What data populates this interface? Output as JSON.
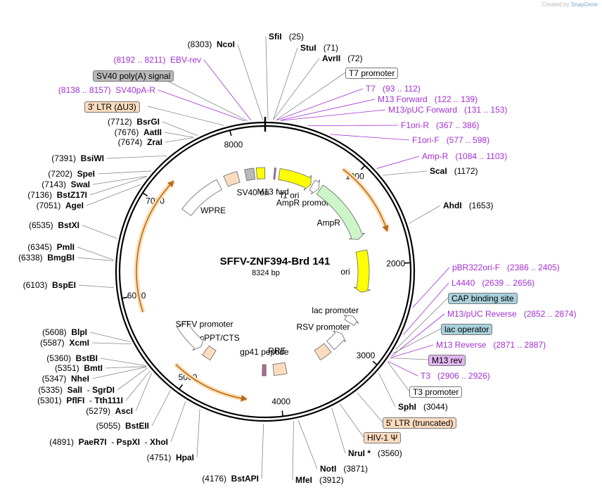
{
  "credit": {
    "prefix": "Created by",
    "brand": "SnapGene"
  },
  "plasmid": {
    "name": "SFFV-ZNF394-Brd 141",
    "length": "8324 bp",
    "length_num": 8324
  },
  "ticks": [
    {
      "pos": 1000,
      "label": "1000"
    },
    {
      "pos": 2000,
      "label": "2000"
    },
    {
      "pos": 3000,
      "label": "3000"
    },
    {
      "pos": 4000,
      "label": "4000"
    },
    {
      "pos": 5000,
      "label": "5000"
    },
    {
      "pos": 6000,
      "label": "6000"
    },
    {
      "pos": 7000,
      "label": "7000"
    },
    {
      "pos": 8000,
      "label": "8000"
    }
  ],
  "sites_right": [
    {
      "name": "SfiI",
      "pos": "(25)",
      "bp": 25
    },
    {
      "name": "StuI",
      "pos": "(71)",
      "bp": 71
    },
    {
      "name": "AvrII",
      "pos": "(72)",
      "bp": 72
    },
    {
      "name": "ScaI",
      "pos": "(1172)",
      "bp": 1172
    },
    {
      "name": "AhdI",
      "pos": "(1653)",
      "bp": 1653
    },
    {
      "name": "SphI",
      "pos": "(3044)",
      "bp": 3044
    },
    {
      "name": "NruI *",
      "pos": "(3560)",
      "bp": 3560
    },
    {
      "name": "NotI",
      "pos": "(3871)",
      "bp": 3871
    },
    {
      "name": "MfeI",
      "pos": "(3912)",
      "bp": 3912
    }
  ],
  "sites_left": [
    {
      "name": "NcoI",
      "pos": "(8303)",
      "bp": 8303
    },
    {
      "name": "BsrGI",
      "pos": "(7712)",
      "bp": 7712
    },
    {
      "name": "AatII",
      "pos": "(7676)",
      "bp": 7676
    },
    {
      "name": "ZraI",
      "pos": "(7674)",
      "bp": 7674
    },
    {
      "name": "BsiWI",
      "pos": "(7391)",
      "bp": 7391
    },
    {
      "name": "SpeI",
      "pos": "(7202)",
      "bp": 7202
    },
    {
      "name": "SwaI",
      "pos": "(7143)",
      "bp": 7143
    },
    {
      "name": "BstZ17I",
      "pos": "(7136)",
      "bp": 7136
    },
    {
      "name": "AgeI",
      "pos": "(7051)",
      "bp": 7051
    },
    {
      "name": "BstXI",
      "pos": "(6535)",
      "bp": 6535
    },
    {
      "name": "PmlI",
      "pos": "(6345)",
      "bp": 6345
    },
    {
      "name": "BmgBI",
      "pos": "(6338)",
      "bp": 6338
    },
    {
      "name": "BspEI",
      "pos": "(6103)",
      "bp": 6103
    },
    {
      "name": "BlpI",
      "pos": "(5608)",
      "bp": 5608
    },
    {
      "name": "XcmI",
      "pos": "(5587)",
      "bp": 5587
    },
    {
      "name": "BstBI",
      "pos": "(5360)",
      "bp": 5360
    },
    {
      "name": "BmtI",
      "pos": "(5351)",
      "bp": 5351
    },
    {
      "name": "NheI",
      "pos": "(5347)",
      "bp": 5347
    },
    {
      "name": "SalI",
      "name2": "SgrDI",
      "pos": "(5335)",
      "bp": 5335
    },
    {
      "name": "PflFI",
      "name2": "Tth111I",
      "pos": "(5301)",
      "bp": 5301
    },
    {
      "name": "AscI",
      "pos": "(5279)",
      "bp": 5279
    },
    {
      "name": "BstEII",
      "pos": "(5055)",
      "bp": 5055
    },
    {
      "name": "PaeR7I",
      "name2": "PspXI",
      "name3": "XhoI",
      "pos": "(4891)",
      "bp": 4891
    },
    {
      "name": "HpaI",
      "pos": "(4751)",
      "bp": 4751
    },
    {
      "name": "BstAPI",
      "pos": "(4176)",
      "bp": 4176
    }
  ],
  "primers": [
    {
      "name": "EBV-rev",
      "pos": "(8192 .. 8211)",
      "bp": 8200
    },
    {
      "name": "SV40pA-R",
      "pos": "(8138 .. 8157)",
      "bp": 8147
    },
    {
      "name": "T7",
      "pos": "(93 .. 112)",
      "bp": 102
    },
    {
      "name": "M13 Forward",
      "pos": "(122 .. 139)",
      "bp": 130
    },
    {
      "name": "M13/pUC Forward",
      "pos": "(131 .. 153)",
      "bp": 142
    },
    {
      "name": "F1ori-R",
      "pos": "(367 .. 386)",
      "bp": 376
    },
    {
      "name": "F1ori-F",
      "pos": "(577 .. 598)",
      "bp": 587
    },
    {
      "name": "Amp-R",
      "pos": "(1084 .. 1103)",
      "bp": 1093
    },
    {
      "name": "pBR322ori-F",
      "pos": "(2386 .. 2405)",
      "bp": 2395
    },
    {
      "name": "L4440",
      "pos": "(2639 .. 2656)",
      "bp": 2647
    },
    {
      "name": "M13/pUC Reverse",
      "pos": "(2852 .. 2874)",
      "bp": 2863
    },
    {
      "name": "M13 Reverse",
      "pos": "(2871 .. 2887)",
      "bp": 2879
    },
    {
      "name": "T3",
      "pos": "(2906 .. 2926)",
      "bp": 2916
    }
  ],
  "boxed": [
    {
      "name": "SV40 poly(A) signal",
      "bg": "#b9b9b9",
      "bp": 8170
    },
    {
      "name": "T7 promoter",
      "bg": "#ffffff",
      "bp": 96
    },
    {
      "name": "3' LTR (ΔU3)",
      "bg": "#fbdcbf",
      "bp": 7960
    },
    {
      "name": "CAP binding site",
      "bg": "#a9d2dd",
      "bp": 2790
    },
    {
      "name": "lac operator",
      "bg": "#a9d2dd",
      "bp": 2830
    },
    {
      "name": "M13 rev",
      "bg": "#e2b6f0",
      "bp": 2880
    },
    {
      "name": "T3 promoter",
      "bg": "#ffffff",
      "bp": 2920
    },
    {
      "name": "5' LTR (truncated)",
      "bg": "#fbdcbf",
      "bp": 3300
    },
    {
      "name": "HIV-1 Ψ",
      "bg": "#fbdcbf",
      "bp": 3480
    }
  ],
  "features": [
    {
      "label": "f1 ori",
      "color": "#ffff00",
      "start": 190,
      "end": 640,
      "dir": 1,
      "r": 140
    },
    {
      "label": "AmpR promoter",
      "color": "#ffffff",
      "start": 660,
      "end": 760,
      "dir": 1,
      "r": 140
    },
    {
      "label": "AmpR",
      "color": "#ccf5c8",
      "start": 780,
      "end": 1640,
      "dir": 1,
      "r": 140
    },
    {
      "label": "ori",
      "color": "#ffff00",
      "start": 1800,
      "end": 2360,
      "dir": 1,
      "r": 140
    },
    {
      "label": "lac promoter",
      "color": "#ffffff",
      "start": 2700,
      "end": 2800,
      "dir": -1,
      "r": 140
    },
    {
      "label": "RSV promoter",
      "color": "#ffffff",
      "start": 2980,
      "end": 3200,
      "dir": -1,
      "r": 140
    },
    {
      "label": "",
      "color": "#fbdcbf",
      "start": 3250,
      "end": 3420,
      "dir": 0,
      "r": 140
    },
    {
      "label": "RRE",
      "color": "#fbdcbf",
      "start": 3880,
      "end": 4050,
      "dir": 0,
      "r": 140
    },
    {
      "label": "gp41 peptide",
      "color": "#b06a8f",
      "start": 4150,
      "end": 4200,
      "dir": 0,
      "r": 140
    },
    {
      "label": "cPPT/CTS",
      "color": "#fbdcbf",
      "start": 4900,
      "end": 5020,
      "dir": 0,
      "r": 140
    },
    {
      "label": "SFFV promoter",
      "color": "#ffffff",
      "start": 5100,
      "end": 5500,
      "dir": -1,
      "r": 140
    },
    {
      "label": "WPRE",
      "color": "#ffffff",
      "start": 7100,
      "end": 7680,
      "dir": 0,
      "r": 140
    },
    {
      "label": "",
      "color": "#fbdcbf",
      "start": 7780,
      "end": 7960,
      "dir": 0,
      "r": 140
    },
    {
      "label": "SV40 ori",
      "color": "#b9b9b9",
      "start": 8060,
      "end": 8180,
      "dir": 0,
      "r": 140
    },
    {
      "label": "",
      "color": "#ffff00",
      "start": 8210,
      "end": 8320,
      "dir": 0,
      "r": 140
    },
    {
      "label": "M13 fwd",
      "color": "#b46ad8",
      "start": 120,
      "end": 140,
      "dir": 0,
      "r": 140
    }
  ],
  "orfs": [
    {
      "start": 860,
      "end": 1660,
      "dir": 1,
      "r": 183
    },
    {
      "start": 4350,
      "end": 5180,
      "dir": -1,
      "r": 183
    },
    {
      "start": 5820,
      "end": 7280,
      "dir": 1,
      "r": 183
    }
  ]
}
